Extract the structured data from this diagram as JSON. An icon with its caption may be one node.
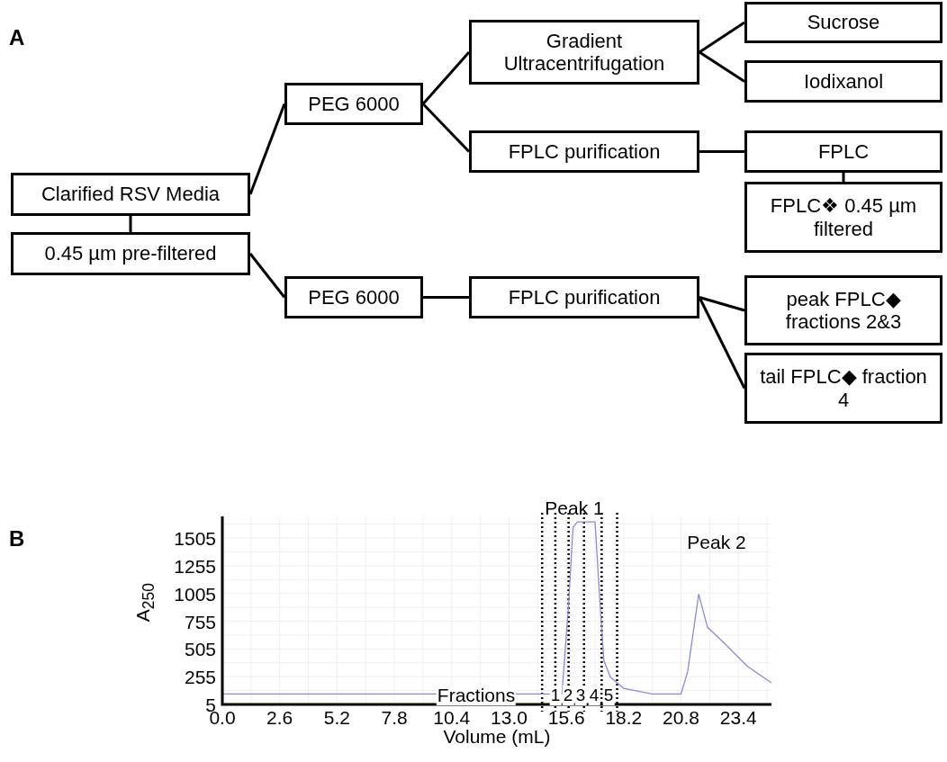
{
  "diagram": {
    "nodes": [
      {
        "text": [
          "Clarified RSV Media"
        ]
      },
      {
        "text": [
          "0.45 µm pre-filtered"
        ]
      },
      {
        "text": [
          "PEG 6000"
        ]
      },
      {
        "text": [
          "Gradient Ultracentrifugation"
        ]
      },
      {
        "text": [
          "FPLC purification"
        ]
      },
      {
        "text": [
          "Sucrose"
        ]
      },
      {
        "text": [
          "Iodixanol"
        ]
      },
      {
        "text": [
          "FPLC"
        ]
      },
      {
        "text": [
          "FPLC❖ 0.45 µm filtered"
        ]
      },
      {
        "text": [
          "PEG 6000"
        ]
      },
      {
        "text": [
          "FPLC purification"
        ]
      },
      {
        "text": [
          "peak FPLC◆ fractions 2&3"
        ]
      },
      {
        "text": [
          "tail FPLC◆ fraction 4"
        ]
      }
    ],
    "edges": [
      {
        "from": 0,
        "to": 1,
        "arrow": "none"
      },
      {
        "from": 0,
        "to": 2,
        "arrow": "none"
      },
      {
        "from": 1,
        "to": 9,
        "arrow": "none"
      },
      {
        "from": 2,
        "to": 3,
        "arrow": "none"
      },
      {
        "from": 2,
        "to": 4,
        "arrow": "none"
      },
      {
        "from": 3,
        "to": 5,
        "arrow": "none"
      },
      {
        "from": 3,
        "to": 6,
        "arrow": "none"
      },
      {
        "from": 4,
        "to": 7,
        "arrow": "none"
      },
      {
        "from": 7,
        "to": 8,
        "arrow": "none"
      },
      {
        "from": 9,
        "to": 10,
        "arrow": "none"
      },
      {
        "from": 10,
        "to": 11,
        "arrow": "none"
      },
      {
        "from": 10,
        "to": 12,
        "arrow": "none"
      }
    ],
    "labels": [
      "A",
      "B"
    ],
    "chart_data": {
      "type": "line",
      "xlabel": "Volume (mL)",
      "ylabel": "A$_{250}$",
      "x": [
        0,
        14.5,
        15.4,
        15.7,
        15.9,
        16.1,
        16.9,
        17.1,
        17.3,
        17.6,
        18.2,
        19.5,
        20.8,
        21.1,
        21.6,
        22.0,
        22.8,
        23.8,
        24.9
      ],
      "series": [
        {
          "color": "#8a8ae0",
          "values": [
            100,
            100,
            100,
            900,
            1600,
            1650,
            1650,
            1000,
            400,
            250,
            150,
            100,
            100,
            300,
            1000,
            700,
            550,
            350,
            200
          ]
        }
      ],
      "grid": true,
      "xlim": [
        0,
        24.9
      ],
      "ylim": [
        5,
        1700
      ],
      "xticks": [
        {
          "value": 0,
          "label": "0.0"
        },
        {
          "value": 2.6,
          "label": "2.6"
        },
        {
          "value": 5.2,
          "label": "5.2"
        },
        {
          "value": 7.8,
          "label": "7.8"
        },
        {
          "value": 10.4,
          "label": "10.4"
        },
        {
          "value": 13,
          "label": "13.0"
        },
        {
          "value": 15.6,
          "label": "15.6"
        },
        {
          "value": 18.2,
          "label": "18.2"
        },
        {
          "value": 20.8,
          "label": "20.8"
        },
        {
          "value": 23.4,
          "label": "23.4"
        }
      ],
      "yticks": [
        5,
        255,
        505,
        755,
        1005,
        1255,
        1505
      ],
      "annotations": [
        "Peak 1",
        "Peak 2",
        "Fractions",
        "1",
        "2",
        "3",
        "4",
        "5"
      ]
    }
  }
}
